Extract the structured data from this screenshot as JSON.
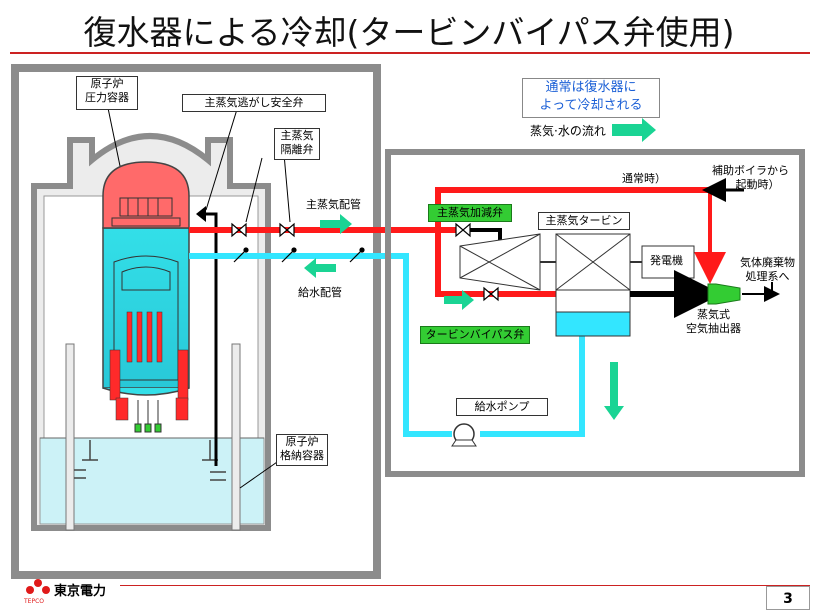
{
  "title": "復水器による冷却(タービンバイパス弁使用)",
  "note": {
    "line1": "通常は復水器に",
    "line2": "よって冷却される"
  },
  "legend": {
    "label": "蒸気·水の流れ"
  },
  "labels": {
    "rpv_line1": "原子炉",
    "rpv_line2": "圧力容器",
    "srv": "主蒸気逃がし安全弁",
    "msiv_line1": "主蒸気",
    "msiv_line2": "隔離弁",
    "main_steam_pipe": "主蒸気配管",
    "feedwater_pipe": "給水配管",
    "normal": "通常時）",
    "aux_boiler_line1": "補助ボイラから",
    "aux_boiler_line2": "起動時）",
    "control_valve": "主蒸気加減弁",
    "turbine": "主蒸気タービン",
    "generator": "発電機",
    "gaseous_waste_line1": "気体廃棄物",
    "gaseous_waste_line2": "処理系へ",
    "ejector_line1": "蒸気式",
    "ejector_line2": "空気抽出器",
    "bypass_valve": "タービンバイパス弁",
    "feed_pump": "給水ポンプ",
    "pcv_line1": "原子炉",
    "pcv_line2": "格納容器"
  },
  "footer": {
    "company": "東京電力",
    "tepco": "TEPCO",
    "page": "3"
  },
  "colors": {
    "steam": "#ff1a1a",
    "water": "#33e6ff",
    "flow_arrow": "#1ad494",
    "wall": "#8c8c8c"
  }
}
